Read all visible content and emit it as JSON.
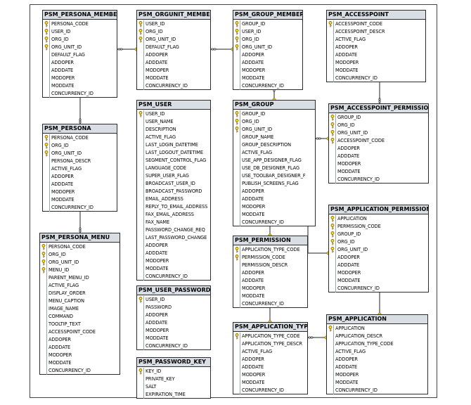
{
  "tables": [
    {
      "id": "persona_member",
      "name": "PSM_PERSONA_MEMBER",
      "cols": [
        {
          "n": "PERSONA_CODE",
          "k": true
        },
        {
          "n": "USER_ID",
          "k": true
        },
        {
          "n": "ORG_ID",
          "k": true
        },
        {
          "n": "ORG_UNIT_ID",
          "k": true
        },
        {
          "n": "DEFAULT_FLAG"
        },
        {
          "n": "ADDOPER"
        },
        {
          "n": "ADDDATE"
        },
        {
          "n": "MODOPER"
        },
        {
          "n": "MODDATE"
        },
        {
          "n": "CONCURRENCY_ID"
        }
      ]
    },
    {
      "id": "orgunit_member",
      "name": "PSM_ORGUNIT_MEMBER",
      "cols": [
        {
          "n": "USER_ID",
          "k": true
        },
        {
          "n": "ORG_ID",
          "k": true
        },
        {
          "n": "ORG_UNIT_ID",
          "k": true
        },
        {
          "n": "DEFAULT_FLAG"
        },
        {
          "n": "ADDOPER"
        },
        {
          "n": "ADDDATE"
        },
        {
          "n": "MODOPER"
        },
        {
          "n": "MODDATE"
        },
        {
          "n": "CONCURRENCY_ID"
        }
      ]
    },
    {
      "id": "group_member",
      "name": "PSM_GROUP_MEMBER",
      "cols": [
        {
          "n": "GROUP_ID",
          "k": true
        },
        {
          "n": "USER_ID",
          "k": true
        },
        {
          "n": "ORG_ID",
          "k": true
        },
        {
          "n": "ORG_UNIT_ID",
          "k": true
        },
        {
          "n": "ADDOPER"
        },
        {
          "n": "ADDDATE"
        },
        {
          "n": "MODOPER"
        },
        {
          "n": "MODDATE"
        },
        {
          "n": "CONCURRENCY_ID"
        }
      ]
    },
    {
      "id": "accesspoint",
      "name": "PSM_ACCESSPOINT",
      "cols": [
        {
          "n": "ACCESSPOINT_CODE",
          "k": true
        },
        {
          "n": "ACCESSPOINT_DESCR"
        },
        {
          "n": "ACTIVE_FLAG"
        },
        {
          "n": "ADDOPER"
        },
        {
          "n": "ADDDATE"
        },
        {
          "n": "MODOPER"
        },
        {
          "n": "MODDATE"
        },
        {
          "n": "CONCURRENCY_ID"
        }
      ]
    },
    {
      "id": "persona",
      "name": "PSM_PERSONA",
      "cols": [
        {
          "n": "PERSONA_CODE",
          "k": true
        },
        {
          "n": "ORG_ID",
          "k": true
        },
        {
          "n": "ORG_UNIT_ID",
          "k": true
        },
        {
          "n": "PERSONA_DESCR"
        },
        {
          "n": "ACTIVE_FLAG"
        },
        {
          "n": "ADDOPER"
        },
        {
          "n": "ADDDATE"
        },
        {
          "n": "MODOPER"
        },
        {
          "n": "MODDATE"
        },
        {
          "n": "CONCURRENCY_ID"
        }
      ]
    },
    {
      "id": "user",
      "name": "PSM_USER",
      "cols": [
        {
          "n": "USER_ID",
          "k": true
        },
        {
          "n": "USER_NAME"
        },
        {
          "n": "DESCRIPTION"
        },
        {
          "n": "ACTIVE_FLAG"
        },
        {
          "n": "LAST_LOGIN_DATETIME"
        },
        {
          "n": "LAST_LOGOUT_DATETIME"
        },
        {
          "n": "SEGMENT_CONTROL_FLAG"
        },
        {
          "n": "LANGUAGE_CODE"
        },
        {
          "n": "SUPER_USER_FLAG"
        },
        {
          "n": "BROADCAST_USER_ID"
        },
        {
          "n": "BROADCAST_PASSWORD"
        },
        {
          "n": "EMAIL_ADDRESS"
        },
        {
          "n": "REPLY_TO_EMAIL_ADDRESS"
        },
        {
          "n": "FAX_EMAIL_ADDRESS"
        },
        {
          "n": "FAX_NAME"
        },
        {
          "n": "PASSWORD_CHANGE_REQ"
        },
        {
          "n": "LAST_PASSWORD_CHANGE"
        },
        {
          "n": "ADDOPER"
        },
        {
          "n": "ADDDATE"
        },
        {
          "n": "MODOPER"
        },
        {
          "n": "MODDATE"
        },
        {
          "n": "CONCURRENCY_ID"
        }
      ]
    },
    {
      "id": "group",
      "name": "PSM_GROUP",
      "cols": [
        {
          "n": "GROUP_ID",
          "k": true
        },
        {
          "n": "ORG_ID",
          "k": true
        },
        {
          "n": "ORG_UNIT_ID",
          "k": true
        },
        {
          "n": "GROUP_NAME"
        },
        {
          "n": "GROUP_DESCRIPTION"
        },
        {
          "n": "ACTIVE_FLAG"
        },
        {
          "n": "USE_APP_DESIGNER_FLAG"
        },
        {
          "n": "USE_DB_DESIGNER_FLAG"
        },
        {
          "n": "USE_TOOLBAR_DESIGNER_F"
        },
        {
          "n": "PUBLISH_SCREENS_FLAG"
        },
        {
          "n": "ADDOPER"
        },
        {
          "n": "ADDDATE"
        },
        {
          "n": "MODOPER"
        },
        {
          "n": "MODDATE"
        },
        {
          "n": "CONCURRENCY_ID"
        }
      ]
    },
    {
      "id": "accesspoint_permission",
      "name": "PSM_ACCESSPOINT_PERMISSION",
      "cols": [
        {
          "n": "GROUP_ID",
          "k": true
        },
        {
          "n": "ORG_ID",
          "k": true
        },
        {
          "n": "ORG_UNIT_ID",
          "k": true
        },
        {
          "n": "ACCESSPOINT_CODE",
          "k": true
        },
        {
          "n": "ADDOPER"
        },
        {
          "n": "ADDDATE"
        },
        {
          "n": "MODOPER"
        },
        {
          "n": "MODDATE"
        },
        {
          "n": "CONCURRENCY_ID"
        }
      ]
    },
    {
      "id": "persona_menu",
      "name": "PSM_PERSONA_MENU",
      "cols": [
        {
          "n": "PERSONA_CODE",
          "k": true
        },
        {
          "n": "ORG_ID",
          "k": true
        },
        {
          "n": "ORG_UNIT_ID",
          "k": true
        },
        {
          "n": "MENU_ID",
          "k": true
        },
        {
          "n": "PARENT_MENU_ID"
        },
        {
          "n": "ACTIVE_FLAG"
        },
        {
          "n": "DISPLAY_ORDER"
        },
        {
          "n": "MENU_CAPTION"
        },
        {
          "n": "IMAGE_NAME"
        },
        {
          "n": "COMMAND"
        },
        {
          "n": "TOOLTIP_TEXT"
        },
        {
          "n": "ACCESSPOINT_CODE"
        },
        {
          "n": "ADDOPER"
        },
        {
          "n": "ADDDATE"
        },
        {
          "n": "MODOPER"
        },
        {
          "n": "MODDATE"
        },
        {
          "n": "CONCURRENCY_ID"
        }
      ]
    },
    {
      "id": "application_permission",
      "name": "PSM_APPLICATION_PERMISSION",
      "cols": [
        {
          "n": "APPLICATION",
          "k": true
        },
        {
          "n": "PERMISSION_CODE",
          "k": true
        },
        {
          "n": "GROUP_ID",
          "k": true
        },
        {
          "n": "ORG_ID",
          "k": true
        },
        {
          "n": "ORG_UNIT_ID",
          "k": true
        },
        {
          "n": "ADDOPER"
        },
        {
          "n": "ADDDATE"
        },
        {
          "n": "MODOPER"
        },
        {
          "n": "MODDATE"
        },
        {
          "n": "CONCURRENCY_ID"
        }
      ]
    },
    {
      "id": "permission",
      "name": "PSM_PERMISSION",
      "cols": [
        {
          "n": "APPLICATION_TYPE_CODE",
          "k": true
        },
        {
          "n": "PERMISSION_CODE",
          "k": true
        },
        {
          "n": "PERMISSION_DESCR"
        },
        {
          "n": "ADDOPER"
        },
        {
          "n": "ADDDATE"
        },
        {
          "n": "MODOPER"
        },
        {
          "n": "MODDATE"
        },
        {
          "n": "CONCURRENCY_ID"
        }
      ]
    },
    {
      "id": "user_password",
      "name": "PSM_USER_PASSWORD",
      "cols": [
        {
          "n": "USER_ID",
          "k": true
        },
        {
          "n": "PASSWORD"
        },
        {
          "n": "ADDOPER"
        },
        {
          "n": "ADDDATE"
        },
        {
          "n": "MODOPER"
        },
        {
          "n": "MODDATE"
        },
        {
          "n": "CONCURRENCY_ID"
        }
      ]
    },
    {
      "id": "application_type",
      "name": "PSM_APPLICATION_TYPE",
      "cols": [
        {
          "n": "APPLICATION_TYPE_CODE",
          "k": true
        },
        {
          "n": "APPLICATION_TYPE_DESCR"
        },
        {
          "n": "ACTIVE_FLAG"
        },
        {
          "n": "ADDOPER"
        },
        {
          "n": "ADDDATE"
        },
        {
          "n": "MODOPER"
        },
        {
          "n": "MODDATE"
        },
        {
          "n": "CONCURRENCY_ID"
        }
      ]
    },
    {
      "id": "application",
      "name": "PSM_APPLICATION",
      "cols": [
        {
          "n": "APPLICATION",
          "k": true
        },
        {
          "n": "APPLICATION_DESCR"
        },
        {
          "n": "APPLICATION_TYPE_CODE"
        },
        {
          "n": "ACTIVE_FLAG"
        },
        {
          "n": "ADDOPER"
        },
        {
          "n": "ADDDATE"
        },
        {
          "n": "MODOPER"
        },
        {
          "n": "MODDATE"
        },
        {
          "n": "CONCURRENCY_ID"
        }
      ]
    },
    {
      "id": "password_key",
      "name": "PSM_PASSWORD_KEY",
      "cols": [
        {
          "n": "KEY_ID",
          "k": true
        },
        {
          "n": "PRIVATE_KEY"
        },
        {
          "n": "SALT"
        },
        {
          "n": "EXPIRATION_TIME"
        }
      ]
    }
  ],
  "relationships": [
    {
      "from": "persona",
      "to": "persona_member"
    },
    {
      "from": "orgunit_member",
      "to": "persona_member"
    },
    {
      "from": "group_member",
      "to": "orgunit_member"
    },
    {
      "from": "accesspoint",
      "to": "accesspoint_permission"
    },
    {
      "from": "persona",
      "to": "persona_menu"
    },
    {
      "from": "group",
      "to": "group_member"
    },
    {
      "from": "accesspoint_permission",
      "to": "group"
    },
    {
      "from": "application_permission",
      "to": "group"
    },
    {
      "from": "permission",
      "to": "application_permission"
    },
    {
      "from": "application_type",
      "to": "permission"
    },
    {
      "from": "application",
      "to": "application_permission"
    },
    {
      "from": "application",
      "to": "application_type"
    }
  ],
  "colors": {
    "header": "#d9dde4",
    "border": "#2b2b2b",
    "key": "#e8c000"
  }
}
